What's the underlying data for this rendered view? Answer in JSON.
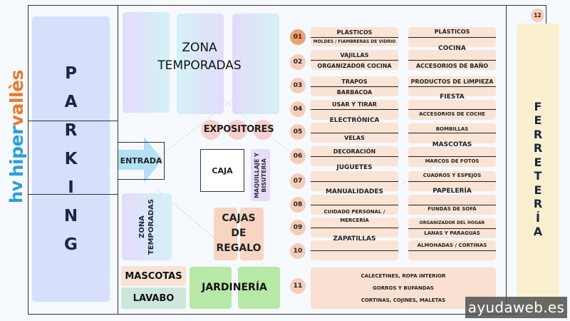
{
  "logo": {
    "mark": "hv",
    "part1": "hiper",
    "part2": "vallès"
  },
  "parking": {
    "label": "PARKING",
    "letters": [
      "P",
      "A",
      "R",
      "K",
      "I",
      "N",
      "G"
    ]
  },
  "zona_temporadas": {
    "line1": "ZONA",
    "line2": "TEMPORADAS"
  },
  "zona_temporadas_small": {
    "line1": "ZONA",
    "line2": "TEMPORADAS"
  },
  "expositores": "EXPOSITORES",
  "entrada": "ENTRADA",
  "caja": "CAJA",
  "maquillaje": {
    "line1": "MAQUILLAJE Y",
    "line2": "BISUTERIA"
  },
  "cajas_regalo": {
    "line1": "CAJAS",
    "line2": "DE",
    "line3": "REGALO"
  },
  "mascotas_area": "MASCOTAS",
  "lavabo": "LAVABO",
  "jardineria": "JARDINERÍA",
  "aisle_numbers": [
    "01",
    "02",
    "03",
    "04",
    "05",
    "06",
    "07",
    "08",
    "09",
    "10",
    "11",
    "12"
  ],
  "left_column": [
    {
      "text": "PLÁSTICOS"
    },
    {
      "text": "MOLDES / FIAMBRERAS DE VIDRIO"
    },
    {
      "text": "VAJILLAS"
    },
    {
      "text": "ORGANIZADOR COCINA"
    },
    {
      "text": "TRAPOS"
    },
    {
      "text": "BARBACOA"
    },
    {
      "text": "USAR Y TIRAR"
    },
    {
      "text": "ELECTRÓNICA"
    },
    {
      "text": "VELAS"
    },
    {
      "text": "DECORACIÓN"
    },
    {
      "text": "JUGUETES"
    },
    {
      "text": "MANUALIDADES"
    },
    {
      "text": "CUIDADO PERSONAL /"
    },
    {
      "text": "MERCERÍA"
    },
    {
      "text": "ZAPATILLAS"
    }
  ],
  "right_column": [
    {
      "text": "PLÁSTICOS"
    },
    {
      "text": "COCINA"
    },
    {
      "text": "ACCESORIOS DE BAÑO"
    },
    {
      "text": "PRODUCTOS DE LIMPIEZA"
    },
    {
      "text": "FIESTA"
    },
    {
      "text": "ACCESORIOS DE COCHE"
    },
    {
      "text": "BOMBILLAS"
    },
    {
      "text": "MASCOTAS"
    },
    {
      "text": "MARCOS DE FOTOS"
    },
    {
      "text": "CUADROS Y ESPEJOS"
    },
    {
      "text": "PAPELERÍA"
    },
    {
      "text": "FUNDAS DE SOFÁ"
    },
    {
      "text": "ORGANIZADOR DEL HOGAR"
    },
    {
      "text": "LANAS Y PARAGUAS"
    },
    {
      "text": "ALMOHADAS / CORTINAS"
    }
  ],
  "aisle_11": [
    "CALECETINES, ROPA INTERIOR",
    "GORROS Y BUFANDAS",
    "CORTINAS, COJINES, MALETAS"
  ],
  "ferreteria": {
    "label": "FERRETERÍA",
    "letters": [
      "F",
      "E",
      "R",
      "R",
      "E",
      "T",
      "E",
      "R",
      "Í",
      "A"
    ]
  },
  "watermark": "ayudaweb.es",
  "colors": {
    "parking_bg": "#d6e0fa",
    "shelf_bg": "#f9e4d6",
    "number_badge": "#f6cdb8",
    "number_badge_first": "#f0a070",
    "garden": "#b7e8a5",
    "hardware": "#faf0d0",
    "logo_blue": "#2a9fd8",
    "logo_orange": "#e87a2e"
  }
}
